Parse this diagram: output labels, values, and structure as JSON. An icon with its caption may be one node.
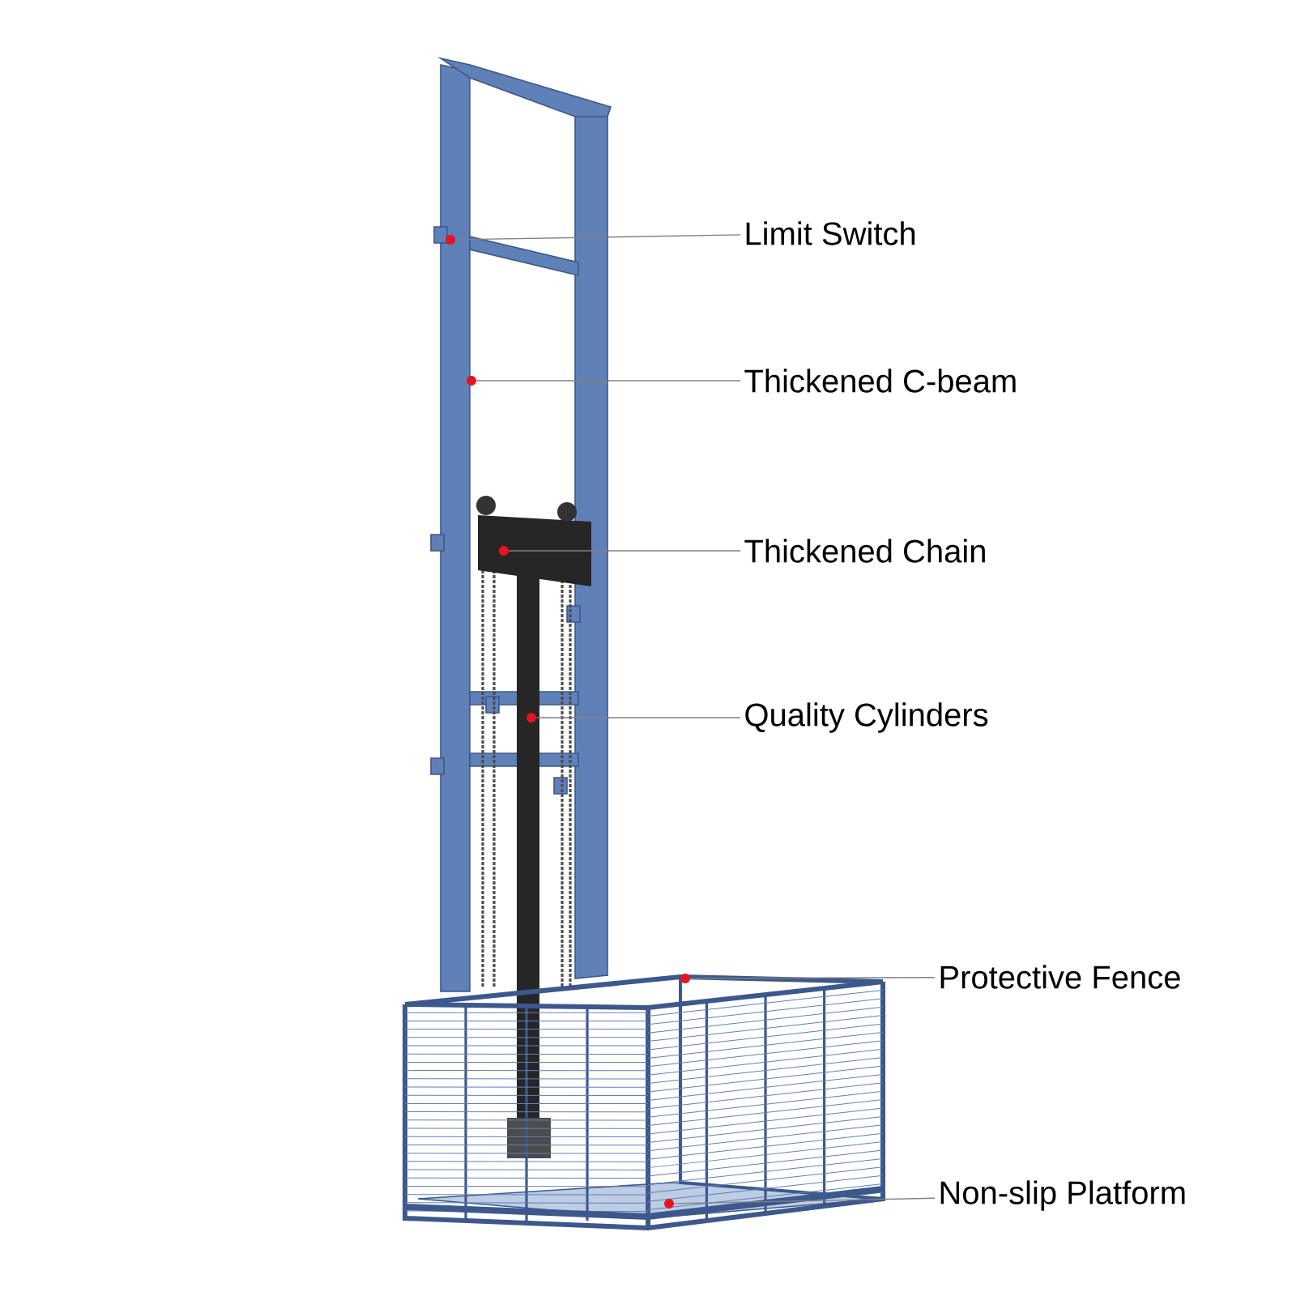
{
  "diagram": {
    "nodes": [
      {
        "text": [
          "Limit Switch"
        ]
      },
      {
        "text": [
          "Thickened C-beam"
        ]
      },
      {
        "text": [
          "Thickened Chain"
        ]
      },
      {
        "text": [
          "Quality Cylinders"
        ]
      },
      {
        "text": [
          "Protective Fence"
        ]
      },
      {
        "text": [
          "Non-slip Platform"
        ]
      },
      {
        "text": [],
        "shape": "circle"
      },
      {
        "text": [],
        "shape": "circle"
      },
      {
        "text": [],
        "shape": "circle"
      },
      {
        "text": [],
        "shape": "circle"
      },
      {
        "text": [],
        "shape": "circle"
      },
      {
        "text": [],
        "shape": "circle"
      }
    ],
    "edges": [
      {
        "from": 0,
        "to": 6,
        "arrow": "none"
      },
      {
        "from": 1,
        "to": 7,
        "arrow": "none"
      },
      {
        "from": 2,
        "to": 8,
        "arrow": "none"
      },
      {
        "from": 3,
        "to": 9,
        "arrow": "none"
      },
      {
        "from": 4,
        "to": 10,
        "arrow": "none"
      },
      {
        "from": 5,
        "to": 11,
        "arrow": "none"
      }
    ]
  }
}
